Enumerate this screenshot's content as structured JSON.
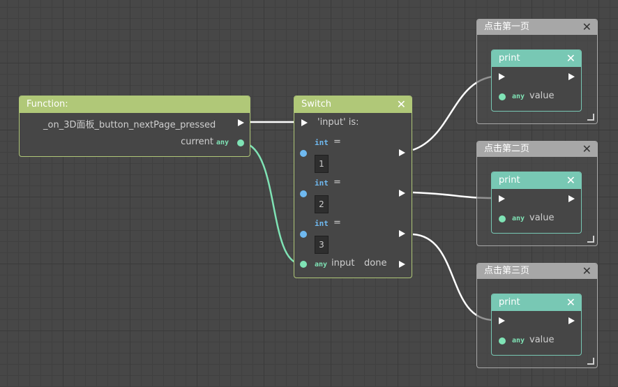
{
  "colors": {
    "function_header": "#b0c878",
    "print_header": "#78c8b4",
    "comment_header": "#a7a7a7",
    "wire_exec": "#ffffff",
    "wire_data": "#7fe3b5",
    "type_any": "#7fe3b5",
    "type_int": "#6fb9f0"
  },
  "function_node": {
    "title": "Function:",
    "name": "_on_3D面板_button_nextPage_pressed",
    "output_label": "current",
    "output_type": "any"
  },
  "switch_node": {
    "title": "Switch",
    "header_label": "'input' is:",
    "cases": [
      {
        "type": "int",
        "op": "=",
        "value": "1"
      },
      {
        "type": "int",
        "op": "=",
        "value": "2"
      },
      {
        "type": "int",
        "op": "=",
        "value": "3"
      }
    ],
    "input_type": "any",
    "input_label": "input",
    "done_label": "done"
  },
  "comments": [
    {
      "title": "点击第一页",
      "node_title": "print",
      "value_type": "any",
      "value_label": "value"
    },
    {
      "title": "点击第二页",
      "node_title": "print",
      "value_type": "any",
      "value_label": "value"
    },
    {
      "title": "点击第三页",
      "node_title": "print",
      "value_type": "any",
      "value_label": "value"
    }
  ],
  "icons": {
    "close": "✕"
  }
}
